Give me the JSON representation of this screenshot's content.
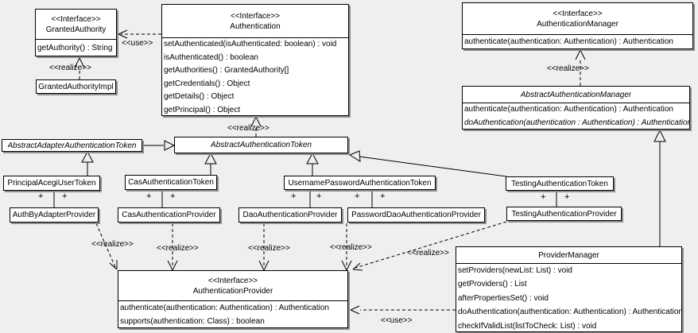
{
  "stereotypes": {
    "interface": "<<Interface>>",
    "use": "<<use>>",
    "realize": "<<realize>>"
  },
  "multiplicity_plus": "+",
  "colors": {
    "background": "#efefef",
    "box_fill": "#ffffff",
    "line": "#000000",
    "shadow": "#8f8f8f"
  },
  "classes": {
    "granted_authority": {
      "stereotype": "<<Interface>>",
      "name": "GrantedAuthority",
      "methods": [
        "getAuthority() : String"
      ]
    },
    "granted_authority_impl": {
      "name": "GrantedAuthorityImpl"
    },
    "authentication": {
      "stereotype": "<<Interface>>",
      "name": "Authentication",
      "methods": [
        "setAuthenticated(isAuthenticated: boolean) : void",
        "isAuthenticated() : boolean",
        "getAuthorities() : GrantedAuthority[]",
        "getCredentials() : Object",
        "getDetails() : Object",
        "getPrincipal() : Object"
      ]
    },
    "authentication_manager": {
      "stereotype": "<<Interface>>",
      "name": "AuthenticationManager",
      "methods": [
        "authenticate(authentication: Authentication) : Authentication"
      ]
    },
    "abstract_authentication_manager": {
      "name": "AbstractAuthenticationManager",
      "methods": [
        "authenticate(authentication: Authentication) : Authentication",
        "doAuthentication(authentication : Authentication) : Authentication"
      ]
    },
    "abstract_adapter_authentication_token": {
      "name": "AbstractAdapterAuthenticationToken"
    },
    "abstract_authentication_token": {
      "name": "AbstractAuthenticationToken"
    },
    "principal_acegi_user_token": {
      "name": "PrincipalAcegiUserToken"
    },
    "cas_authentication_token": {
      "name": "CasAuthenticationToken"
    },
    "username_password_authentication_token": {
      "name": "UsernamePasswordAuthenticationToken"
    },
    "testing_authentication_token": {
      "name": "TestingAuthenticationToken"
    },
    "auth_by_adapter_provider": {
      "name": "AuthByAdapterProvider"
    },
    "cas_authentication_provider": {
      "name": "CasAuthenticationProvider"
    },
    "dao_authentication_provider": {
      "name": "DaoAuthenticationProvider"
    },
    "password_dao_authentication_provider": {
      "name": "PasswordDaoAuthenticationProvider"
    },
    "testing_authentication_provider": {
      "name": "TestingAuthenticationProvider"
    },
    "authentication_provider": {
      "stereotype": "<<Interface>>",
      "name": "AuthenticationProvider",
      "methods": [
        "authenticate(authentication: Authentication) : Authentication",
        "supports(authentication: Class) : boolean"
      ]
    },
    "provider_manager": {
      "name": "ProviderManager",
      "methods": [
        "setProviders(newList: List) : void",
        "getProviders() : List",
        "afterPropertiesSet() : void",
        "doAuthentication(authentication: Authentication) : Authentication",
        "checkIfValidList(listToCheck: List) : void"
      ]
    }
  }
}
